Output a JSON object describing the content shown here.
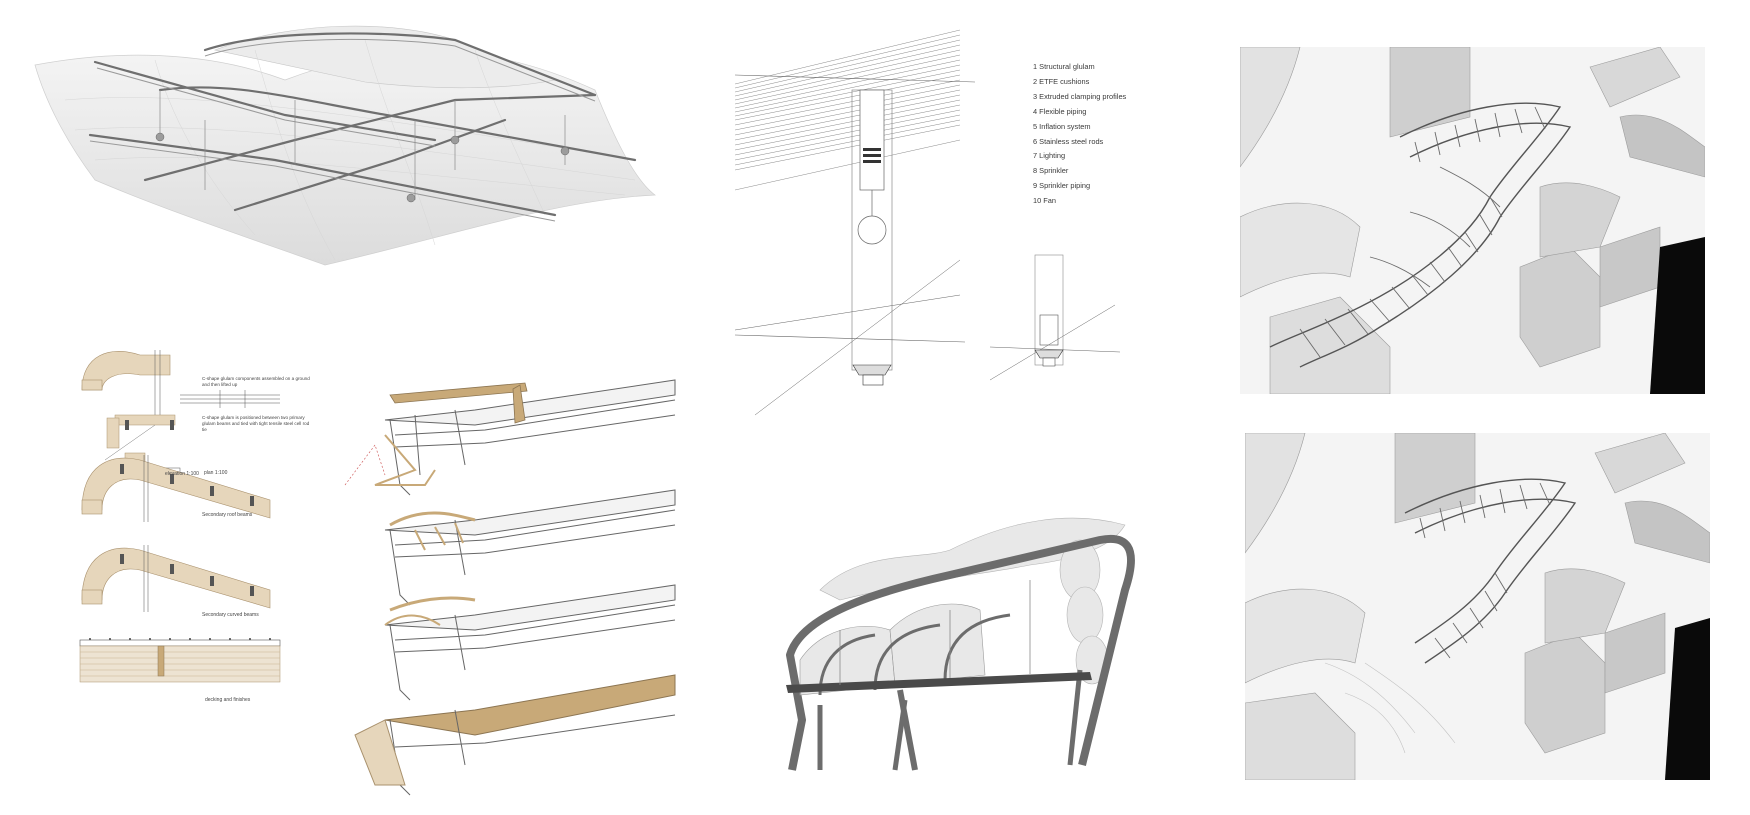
{
  "legend": {
    "items": [
      "1 Structural glulam",
      "2 ETFE cushions",
      "3 Extruded clamping profiles",
      "4 Flexible piping",
      "5 Inflation system",
      "6 Stainless steel rods",
      "7 Lighting",
      "8 Sprinkler",
      "9 Sprinkler piping",
      "10 Fan"
    ]
  },
  "assembly_notes": {
    "step1": "C-shape glulam components assembled on a ground and then lifted up",
    "step2": "C-shape glulam is positioned between two primary glulam beams and tied with tight tensile steel cell rod tie",
    "elevation_label": "elevation 1:100",
    "plan_label": "plan 1:100",
    "secondary_roof_beams": "Secondary roof beams",
    "secondary_curved_beams": "Secondary curved beams",
    "decking": "decking and finishes"
  },
  "colors": {
    "glulam": "#c8a978",
    "glulam_light": "#e6d6bb",
    "line": "#555555",
    "dark": "#0a0a0a",
    "shadow": "#8c8c8c"
  }
}
